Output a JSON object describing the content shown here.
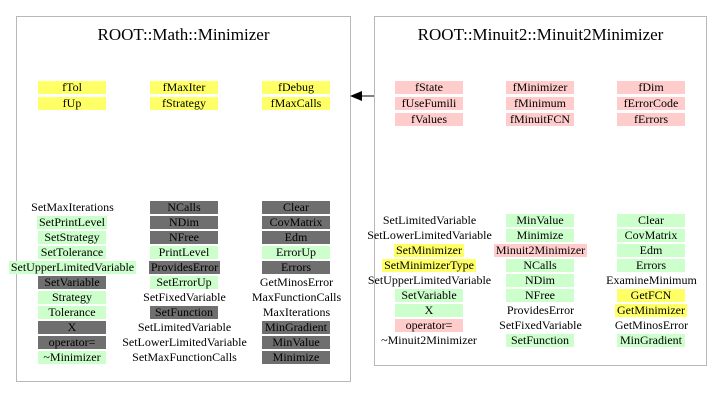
{
  "diagram": {
    "colors": {
      "data_member": "#ffff66",
      "private_member": "#ffcccc",
      "method": "#ccffcc",
      "inherited_method": "#6f6f6f",
      "box_border": "#b8b8b8",
      "arrow": "#000000"
    },
    "base_class": {
      "title": "ROOT::Math::Minimizer",
      "data_members": [
        [
          {
            "text": "fTol",
            "color": "yellow"
          },
          {
            "text": "fMaxIter",
            "color": "yellow"
          },
          {
            "text": "fDebug",
            "color": "yellow"
          }
        ],
        [
          {
            "text": "fUp",
            "color": "yellow"
          },
          {
            "text": "fStrategy",
            "color": "yellow"
          },
          {
            "text": "fMaxCalls",
            "color": "yellow"
          }
        ]
      ],
      "methods": [
        [
          {
            "text": "SetMaxIterations",
            "color": "none"
          },
          {
            "text": "SetPrintLevel",
            "color": "green"
          },
          {
            "text": "SetStrategy",
            "color": "green"
          },
          {
            "text": "SetTolerance",
            "color": "green"
          },
          {
            "text": "SetUpperLimitedVariable",
            "color": "green"
          },
          {
            "text": "SetVariable",
            "color": "gray"
          },
          {
            "text": "Strategy",
            "color": "green"
          },
          {
            "text": "Tolerance",
            "color": "green"
          },
          {
            "text": "X",
            "color": "gray"
          },
          {
            "text": "operator=",
            "color": "gray"
          },
          {
            "text": "~Minimizer",
            "color": "green"
          }
        ],
        [
          {
            "text": "NCalls",
            "color": "gray"
          },
          {
            "text": "NDim",
            "color": "gray"
          },
          {
            "text": "NFree",
            "color": "gray"
          },
          {
            "text": "PrintLevel",
            "color": "green"
          },
          {
            "text": "ProvidesError",
            "color": "gray"
          },
          {
            "text": "SetErrorUp",
            "color": "green"
          },
          {
            "text": "SetFixedVariable",
            "color": "none"
          },
          {
            "text": "SetFunction",
            "color": "gray"
          },
          {
            "text": "SetLimitedVariable",
            "color": "none"
          },
          {
            "text": "SetLowerLimitedVariable",
            "color": "none"
          },
          {
            "text": "SetMaxFunctionCalls",
            "color": "none"
          }
        ],
        [
          {
            "text": "Clear",
            "color": "gray"
          },
          {
            "text": "CovMatrix",
            "color": "gray"
          },
          {
            "text": "Edm",
            "color": "gray"
          },
          {
            "text": "ErrorUp",
            "color": "green"
          },
          {
            "text": "Errors",
            "color": "gray"
          },
          {
            "text": "GetMinosError",
            "color": "none"
          },
          {
            "text": "MaxFunctionCalls",
            "color": "none"
          },
          {
            "text": "MaxIterations",
            "color": "none"
          },
          {
            "text": "MinGradient",
            "color": "gray"
          },
          {
            "text": "MinValue",
            "color": "gray"
          },
          {
            "text": "Minimize",
            "color": "gray"
          }
        ]
      ]
    },
    "derived_class": {
      "title": "ROOT::Minuit2::Minuit2Minimizer",
      "data_members": [
        [
          {
            "text": "fState",
            "color": "pink"
          },
          {
            "text": "fMinimizer",
            "color": "pink"
          },
          {
            "text": "fDim",
            "color": "pink"
          }
        ],
        [
          {
            "text": "fUseFumili",
            "color": "pink"
          },
          {
            "text": "fMinimum",
            "color": "pink"
          },
          {
            "text": "fErrorCode",
            "color": "pink"
          }
        ],
        [
          {
            "text": "fValues",
            "color": "pink"
          },
          {
            "text": "fMinuitFCN",
            "color": "pink"
          },
          {
            "text": "fErrors",
            "color": "pink"
          }
        ]
      ],
      "methods": [
        [
          {
            "text": "SetLimitedVariable",
            "color": "none"
          },
          {
            "text": "SetLowerLimitedVariable",
            "color": "none"
          },
          {
            "text": "SetMinimizer",
            "color": "yellow"
          },
          {
            "text": "SetMinimizerType",
            "color": "yellow"
          },
          {
            "text": "SetUpperLimitedVariable",
            "color": "none"
          },
          {
            "text": "SetVariable",
            "color": "green"
          },
          {
            "text": "X",
            "color": "green"
          },
          {
            "text": "operator=",
            "color": "pink"
          },
          {
            "text": "~Minuit2Minimizer",
            "color": "none"
          }
        ],
        [
          {
            "text": "MinValue",
            "color": "green"
          },
          {
            "text": "Minimize",
            "color": "green"
          },
          {
            "text": "Minuit2Minimizer",
            "color": "pink"
          },
          {
            "text": "NCalls",
            "color": "green"
          },
          {
            "text": "NDim",
            "color": "green"
          },
          {
            "text": "NFree",
            "color": "green"
          },
          {
            "text": "ProvidesError",
            "color": "none"
          },
          {
            "text": "SetFixedVariable",
            "color": "none"
          },
          {
            "text": "SetFunction",
            "color": "green"
          }
        ],
        [
          {
            "text": "Clear",
            "color": "green"
          },
          {
            "text": "CovMatrix",
            "color": "green"
          },
          {
            "text": "Edm",
            "color": "green"
          },
          {
            "text": "Errors",
            "color": "green"
          },
          {
            "text": "ExamineMinimum",
            "color": "none"
          },
          {
            "text": "GetFCN",
            "color": "yellow"
          },
          {
            "text": "GetMinimizer",
            "color": "yellow"
          },
          {
            "text": "GetMinosError",
            "color": "none"
          },
          {
            "text": "MinGradient",
            "color": "green"
          }
        ]
      ]
    }
  }
}
